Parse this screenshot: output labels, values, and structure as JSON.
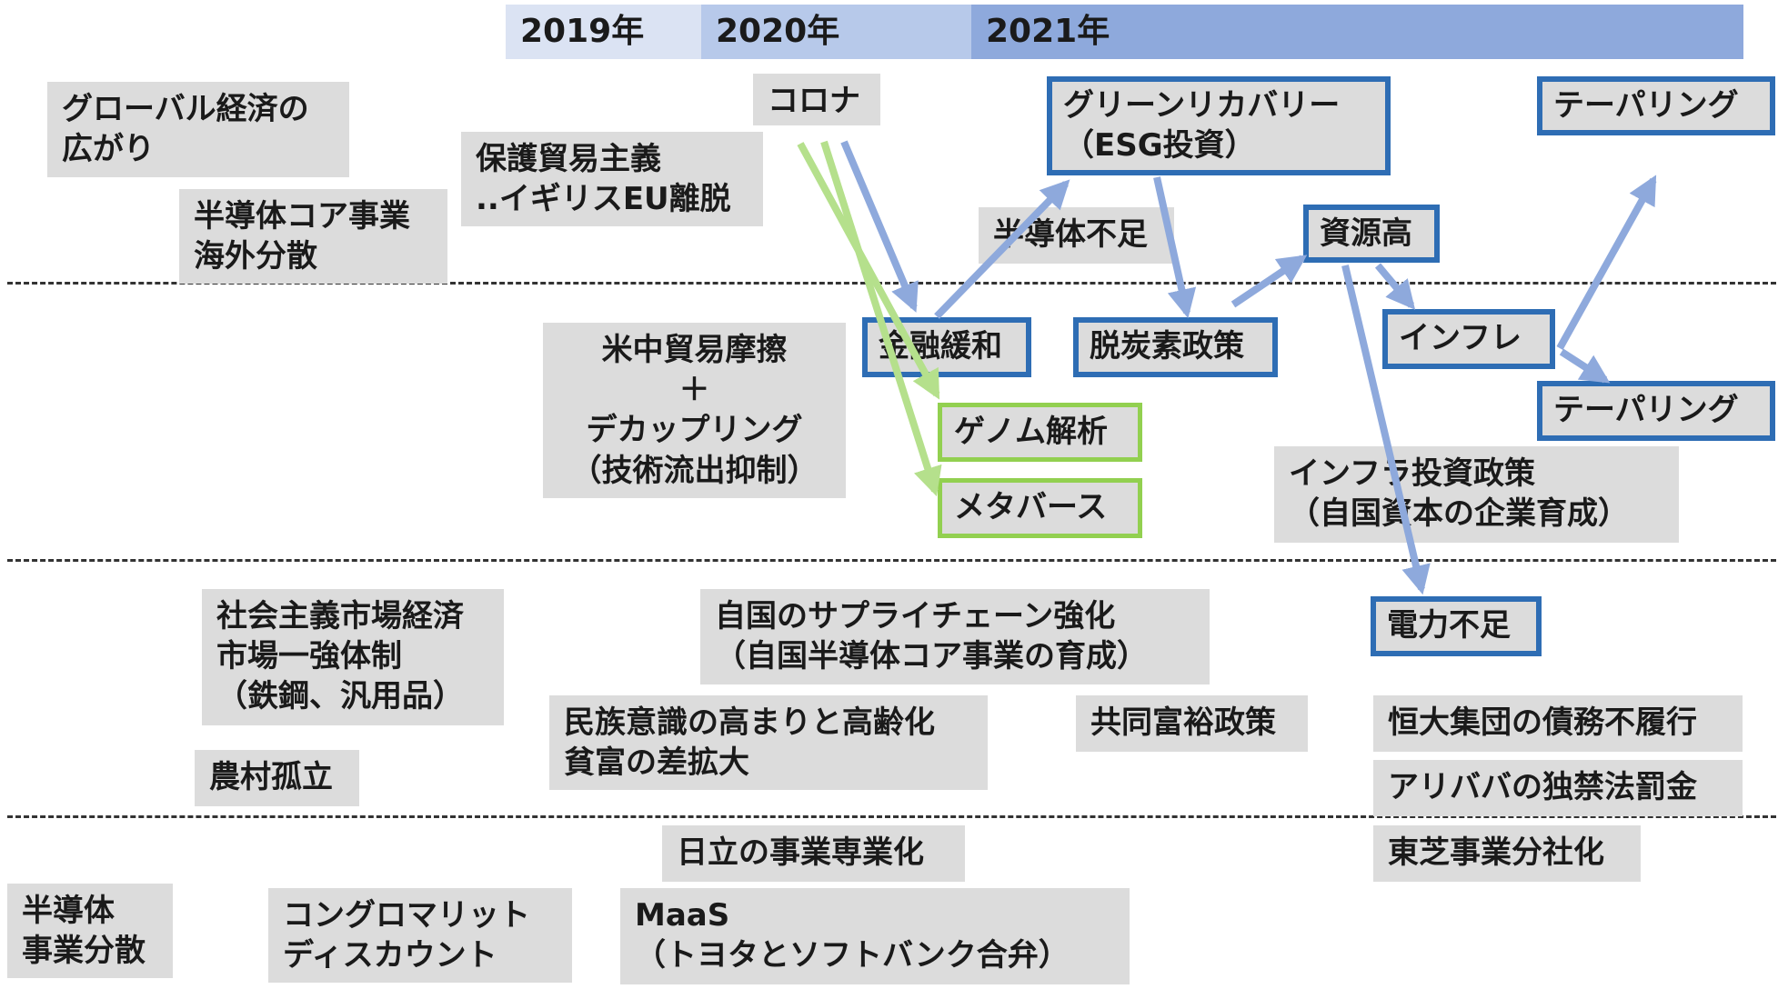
{
  "timeline": {
    "years": [
      "2019年",
      "2020年",
      "2021年"
    ],
    "colors": [
      "#dbe3f3",
      "#b7c9ea",
      "#8ea9dc"
    ]
  },
  "boxes": {
    "global_economy": "グローバル経済の\n広がり",
    "semiconductor_core_overseas": "半導体コア事業\n海外分散",
    "protectionism": "保護貿易主義\n..イギリスEU離脱",
    "corona": "コロナ",
    "green_recovery": "グリーンリカバリー\n（ESG投資）",
    "tapering_top": "テーパリング",
    "chip_shortage": "半導体不足",
    "resource_high": "資源高",
    "us_china_friction": "米中貿易摩擦\n＋\nデカップリング\n（技術流出抑制）",
    "monetary_easing": "金融緩和",
    "decarbonization": "脱炭素政策",
    "inflation": "インフレ",
    "tapering_bottom": "テーパリング",
    "genome": "ゲノム解析",
    "metaverse": "メタバース",
    "infra_policy": "インフラ投資政策\n（自国資本の企業育成）",
    "socialist_market": "社会主義市場経済\n市場一強体制\n（鉄鋼、汎用品）",
    "supply_chain": "自国のサプライチェーン強化\n（自国半導体コア事業の育成）",
    "power_shortage": "電力不足",
    "ethnic_aging": "民族意識の高まりと高齢化\n貧富の差拡大",
    "common_prosperity": "共同富裕政策",
    "evergrande": "恒大集団の債務不履行",
    "alibaba": "アリババの独禁法罰金",
    "rural_isolation": "農村孤立",
    "hitachi": "日立の事業専業化",
    "toshiba": "東芝事業分社化",
    "semiconductor_dispersal": "半導体\n事業分散",
    "conglomerate": "コングロマリット\nディスカウント",
    "maas": "MaaS\n（トヨタとソフトバンク合弁）"
  },
  "colors": {
    "box_fill": "#dcdcdc",
    "blue_border": "#2e6db4",
    "green_border": "#92d050",
    "blue_arrow": "#8ea9dc",
    "green_arrow": "#b5e08c"
  }
}
